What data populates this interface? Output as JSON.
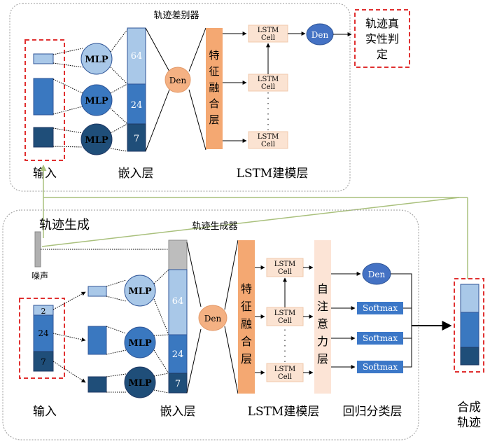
{
  "discriminator": {
    "title": "轨迹差别器",
    "input_label": "输入",
    "embed_label": "嵌入层",
    "lstm_label": "LSTM建模层",
    "mlp": [
      "MLP",
      "MLP",
      "MLP"
    ],
    "embed_values": [
      "64",
      "24",
      "7"
    ],
    "den_mid": "Den",
    "fusion_chars": [
      "特",
      "征",
      "融",
      "合",
      "层"
    ],
    "lstm_cells": [
      [
        "LSTM",
        "Cell"
      ],
      [
        "LSTM",
        "Cell"
      ],
      [
        "LSTM",
        "Cell"
      ]
    ],
    "den_out": "Den",
    "output_lines": [
      "轨迹真",
      "实性判",
      "定"
    ]
  },
  "generator": {
    "section_title": "轨迹生成",
    "title": "轨迹生成器",
    "noise_label": "噪声",
    "input_label": "输入",
    "input_values": [
      "2",
      "24",
      "7"
    ],
    "mlp": [
      "MLP",
      "MLP",
      "MLP"
    ],
    "embed_values": [
      "64",
      "24",
      "7"
    ],
    "den_mid": "Den",
    "fusion_chars": [
      "特",
      "征",
      "融",
      "合",
      "层"
    ],
    "lstm_cells": [
      [
        "LSTM",
        "Cell"
      ],
      [
        "LSTM",
        "Cell"
      ],
      [
        "LSTM",
        "Cell"
      ]
    ],
    "attention_chars": [
      "自",
      "注",
      "意",
      "力",
      "层"
    ],
    "den_out": "Den",
    "softmax": [
      "Softmax",
      "Softmax",
      "Softmax"
    ],
    "embed_label": "嵌入层",
    "lstm_label": "LSTM建模层",
    "regress_label": "回归分类层"
  },
  "synthetic": {
    "label_lines": [
      "合成",
      "轨迹"
    ]
  },
  "colors": {
    "light_blue": "#a9c8e8",
    "mid_blue": "#3a78c0",
    "dark_blue": "#1f4e79",
    "den_orange": "#f4b183",
    "fusion_orange": "#f4a872",
    "cell_fill": "#fbe3d2",
    "attention_fill": "#fce4d6",
    "den_blue": "#4472c4",
    "softmax_blue": "#3c78c8",
    "dash_red": "#e03030",
    "feedback_green": "#a9c07c"
  }
}
